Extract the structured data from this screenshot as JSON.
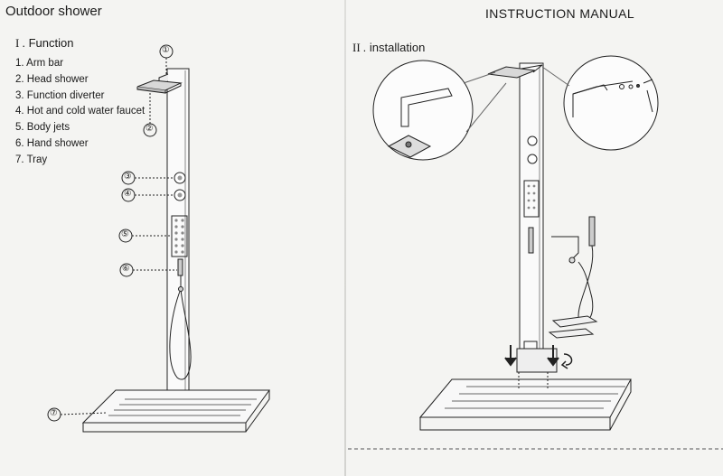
{
  "header": {
    "left_title": "Outdoor shower",
    "right_title": "INSTRUCTION  MANUAL"
  },
  "function_section": {
    "numeral": "I",
    "heading": ". Function",
    "items": [
      "1. Arm bar",
      "2. Head shower",
      "3. Function diverter",
      "4. Hot and cold water faucet",
      "5. Body jets",
      "6. Hand shower",
      "7. Tray"
    ]
  },
  "installation_section": {
    "numeral": "II",
    "heading": ". installation"
  },
  "callouts": [
    "①",
    "②",
    "③",
    "④",
    "⑤",
    "⑥",
    "⑦"
  ]
}
